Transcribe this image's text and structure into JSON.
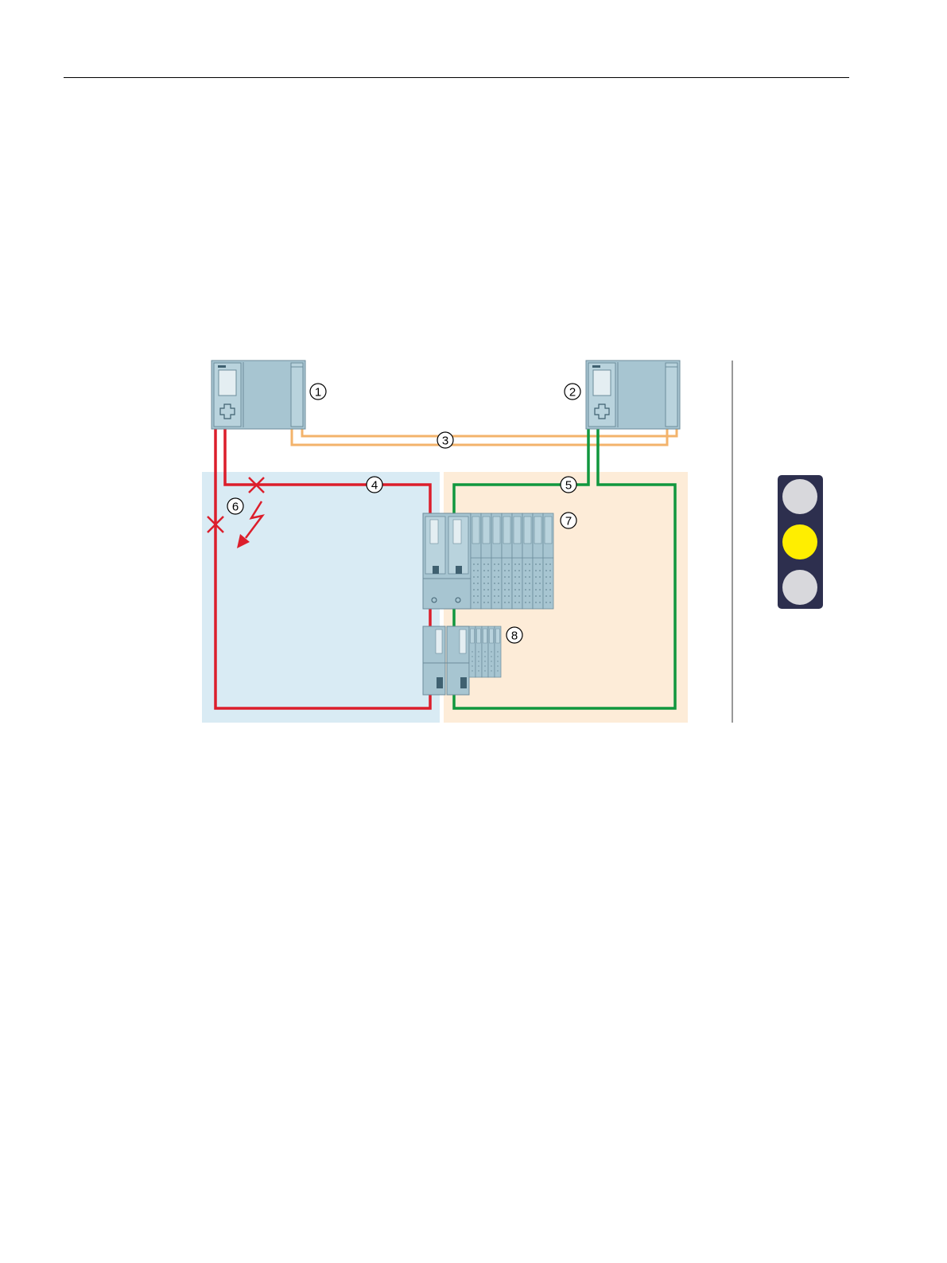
{
  "colors": {
    "network_left": "#dc1e2b",
    "network_right": "#10973e",
    "sync_link": "#f3b36b",
    "zone_left_bg": "#d9ebf4",
    "zone_right_bg": "#fdecd8",
    "device_body": "#a7c5d1",
    "device_dark": "#6c8c9b",
    "traffic_light_housing": "#2d2f4e",
    "traffic_light_off": "#d8d8dc",
    "traffic_light_on": "#ffee00"
  },
  "callouts": [
    "1",
    "2",
    "3",
    "4",
    "5",
    "6",
    "7",
    "8"
  ],
  "status_indicator": {
    "active_lamp": "yellow",
    "lamps": [
      "off",
      "on",
      "off"
    ]
  },
  "icons": [
    "cpu-1-icon",
    "cpu-2-icon",
    "io-station-7-icon",
    "io-station-8-icon",
    "fault-lightning-icon",
    "break-marker-icon",
    "traffic-light-icon"
  ]
}
